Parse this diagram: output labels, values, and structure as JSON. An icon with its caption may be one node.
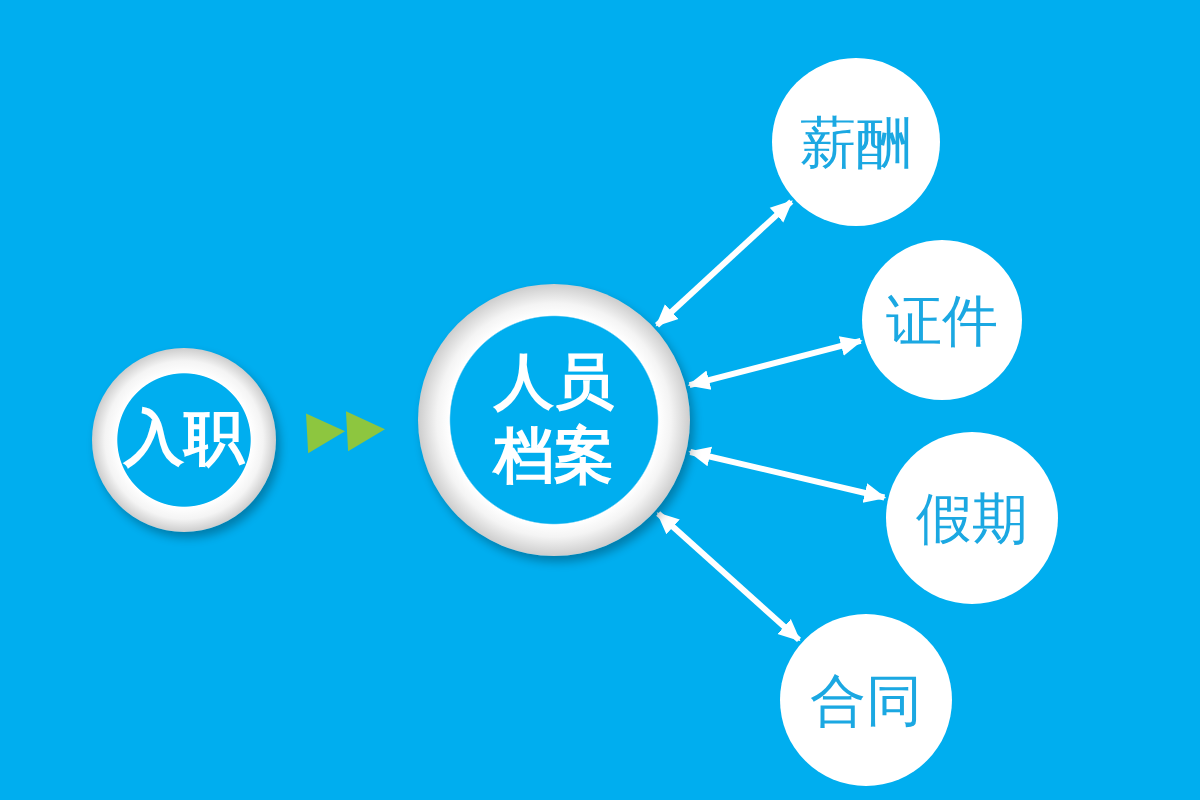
{
  "diagram": {
    "nodes": [
      {
        "text": [
          "入职"
        ]
      },
      {
        "text": [
          "人员档案"
        ]
      },
      {
        "text": [
          "薪酬"
        ]
      },
      {
        "text": [
          "证件"
        ]
      },
      {
        "text": [
          "假期"
        ]
      },
      {
        "text": [
          "合同"
        ]
      }
    ],
    "edges": [
      {
        "from": 0,
        "to": 1,
        "arrow": "to",
        "color": "#8dc63f"
      },
      {
        "from": 1,
        "to": 2,
        "arrow": "both"
      },
      {
        "from": 1,
        "to": 3,
        "arrow": "both"
      },
      {
        "from": 1,
        "to": 4,
        "arrow": "both"
      },
      {
        "from": 1,
        "to": 5,
        "arrow": "both"
      }
    ]
  }
}
